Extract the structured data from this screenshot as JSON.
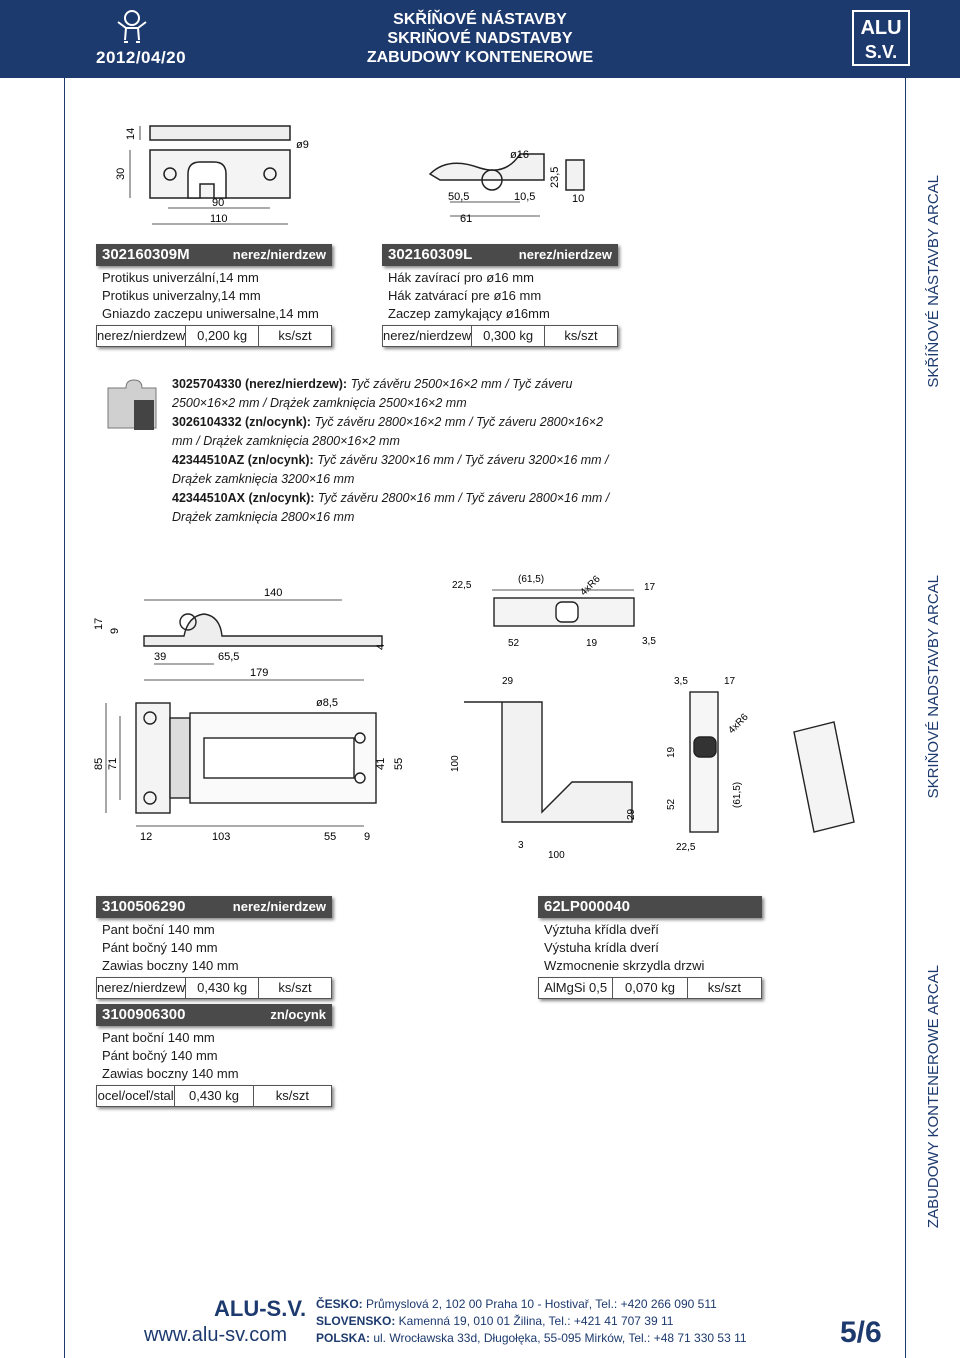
{
  "header": {
    "date": "2012/04/20",
    "titles": [
      "SKŘÍŇOVÉ NÁSTAVBY",
      "SKRIŇOVÉ NADSTAVBY",
      "ZABUDOWY KONTENEROWE"
    ],
    "logo_top": "ALU",
    "logo_bottom": "S.V."
  },
  "side_labels": [
    "SKŘÍŇOVÉ NÁSTAVBY ARCAL",
    "SKRIŇOVÉ NADSTAVBY ARCAL",
    "ZABUDOWY KONTENEROWE ARCAL"
  ],
  "drawing1": {
    "dims": [
      "14",
      "30",
      "ø9",
      "90",
      "110"
    ]
  },
  "drawing2": {
    "dims": [
      "ø16",
      "23,5",
      "50,5",
      "10,5",
      "10",
      "61"
    ]
  },
  "drawing3": {
    "dims": [
      "140",
      "17",
      "9",
      "39",
      "65,5",
      "179",
      "4",
      "ø8,5",
      "85",
      "71",
      "41",
      "55",
      "12",
      "103",
      "55",
      "9"
    ]
  },
  "drawing4": {
    "dims": [
      "22,5",
      "(61,5)",
      "4xR6",
      "17",
      "52",
      "19",
      "3,5",
      "29",
      "100",
      "3",
      "100",
      "3,5",
      "17",
      "4xR6",
      "19",
      "52",
      "29",
      "(61,5)",
      "22,5"
    ]
  },
  "products": {
    "p1": {
      "code": "302160309M",
      "material": "nerez/nierdzew",
      "lines": [
        "Protikus univerzální,14 mm",
        "Protikus univerzalny,14 mm",
        "Gniazdo zaczepu uniwersalne,14 mm"
      ],
      "meta": [
        "nerez/nierdzew",
        "0,200 kg",
        "ks/szt"
      ]
    },
    "p2": {
      "code": "302160309L",
      "material": "nerez/nierdzew",
      "lines": [
        "Hák zavírací pro ø16 mm",
        "Hák zatvárací pre ø16 mm",
        "Zaczep zamykający ø16mm"
      ],
      "meta": [
        "nerez/nierdzew",
        "0,300 kg",
        "ks/szt"
      ]
    },
    "p3": {
      "code": "3100506290",
      "material": "nerez/nierdzew",
      "lines": [
        "Pant boční 140 mm",
        "Pánt bočný 140 mm",
        "Zawias boczny 140 mm"
      ],
      "meta": [
        "nerez/nierdzew",
        "0,430 kg",
        "ks/szt"
      ]
    },
    "p4": {
      "code": "3100906300",
      "material": "zn/ocynk",
      "lines": [
        "Pant boční 140 mm",
        "Pánt bočný 140 mm",
        "Zawias boczny 140 mm"
      ],
      "meta": [
        "ocel/oceľ/stal",
        "0,430 kg",
        "ks/szt"
      ]
    },
    "p5": {
      "code": "62LP000040",
      "material": "",
      "lines": [
        "Výztuha křídla dveří",
        "Výstuha krídla dverí",
        "Wzmocnenie skrzydla drzwi"
      ],
      "meta": [
        "AlMgSi 0,5",
        "0,070 kg",
        "ks/szt"
      ]
    }
  },
  "note": [
    {
      "code": "3025704330 (nerez/nierdzew):",
      "text": " Tyč závěru 2500×16×2 mm / Tyč záveru 2500×16×2 mm / Drążek zamknięcia 2500×16×2 mm"
    },
    {
      "code": "3026104332 (zn/ocynk):",
      "text": " Tyč závěru 2800×16×2 mm / Tyč záveru 2800×16×2 mm / Drążek zamknięcia 2800×16×2 mm"
    },
    {
      "code": "42344510AZ (zn/ocynk):",
      "text": " Tyč závěru 3200×16 mm / Tyč záveru 3200×16 mm / Drążek zamknięcia 3200×16 mm"
    },
    {
      "code": "42344510AX (zn/ocynk):",
      "text": " Tyč závěru 2800×16 mm / Tyč záveru 2800×16 mm / Drążek zamknięcia 2800×16 mm"
    }
  ],
  "footer": {
    "brand": "ALU-S.V.",
    "web": "www.alu-sv.com",
    "addresses": [
      {
        "country": "ČESKO:",
        "text": " Průmyslová 2, 102 00 Praha 10 - Hostivař, Tel.: +420 266 090 511"
      },
      {
        "country": "SLOVENSKO:",
        "text": " Kamenná 19, 010 01 Žilina, Tel.: +421 41 707 39 11"
      },
      {
        "country": "POLSKA:",
        "text": " ul. Wrocławska 33d, Długołęka, 55-095 Mirków, Tel.: +48 71 330 53 11"
      }
    ],
    "page": "5/6"
  }
}
